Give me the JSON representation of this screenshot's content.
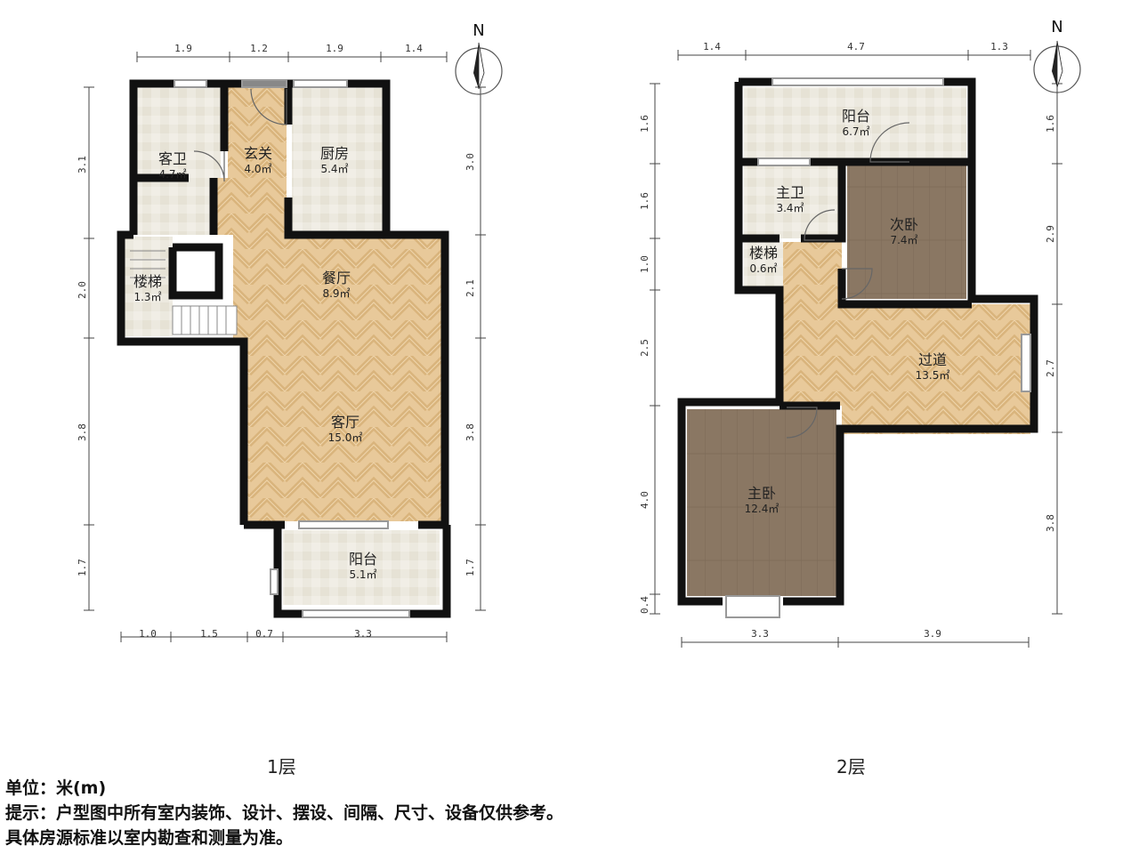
{
  "floor1": {
    "label": "1层",
    "dims_top": [
      "1.9",
      "1.2",
      "1.9",
      "1.4"
    ],
    "dims_bottom": [
      "1.0",
      "1.5",
      "0.7",
      "3.3"
    ],
    "dims_left": [
      "3.1",
      "2.0",
      "3.8",
      "1.7"
    ],
    "dims_right": [
      "3.0",
      "2.1",
      "3.8",
      "1.7"
    ],
    "rooms": {
      "guest_bath": {
        "name": "客卫",
        "area": "4.7㎡"
      },
      "foyer": {
        "name": "玄关",
        "area": "4.0㎡"
      },
      "kitchen": {
        "name": "厨房",
        "area": "5.4㎡"
      },
      "stairs": {
        "name": "楼梯",
        "area": "1.3㎡"
      },
      "dining": {
        "name": "餐厅",
        "area": "8.9㎡"
      },
      "living": {
        "name": "客厅",
        "area": "15.0㎡"
      },
      "balcony": {
        "name": "阳台",
        "area": "5.1㎡"
      }
    }
  },
  "floor2": {
    "label": "2层",
    "dims_top": [
      "1.4",
      "4.7",
      "1.3"
    ],
    "dims_bottom": [
      "3.3",
      "3.9"
    ],
    "dims_left": [
      "1.6",
      "1.6",
      "1.0",
      "2.5",
      "4.0",
      "0.4"
    ],
    "dims_right": [
      "1.6",
      "2.9",
      "2.7",
      "3.8"
    ],
    "rooms": {
      "balcony": {
        "name": "阳台",
        "area": "6.7㎡"
      },
      "master_bath": {
        "name": "主卫",
        "area": "3.4㎡"
      },
      "second_bedroom": {
        "name": "次卧",
        "area": "7.4㎡"
      },
      "stairs": {
        "name": "楼梯",
        "area": "0.6㎡"
      },
      "hallway": {
        "name": "过道",
        "area": "13.5㎡"
      },
      "master_bedroom": {
        "name": "主卧",
        "area": "12.4㎡"
      }
    }
  },
  "compass_label": "N",
  "notes": {
    "unit": "单位：米(m)",
    "hint": "提示：户型图中所有室内装饰、设计、摆设、间隔、尺寸、设备仅供参考。",
    "basis": "具体房源标准以室内勘查和测量为准。"
  },
  "colors": {
    "wall": "#111111",
    "tile": "#ece9df",
    "wood_light": "#e8c99a",
    "wood_dark": "#8a7763"
  }
}
